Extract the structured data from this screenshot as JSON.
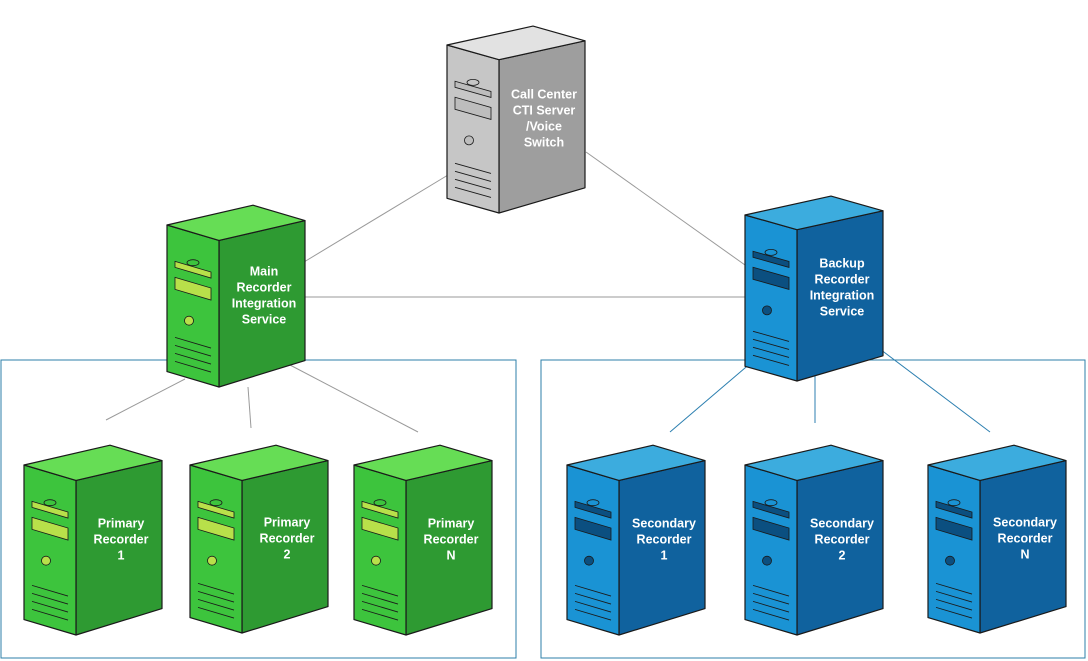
{
  "colors": {
    "gray": {
      "front": "#c6c6c6",
      "side": "#9e9e9e",
      "top": "#e2e2e2",
      "slot": "#bdbdbd",
      "stroke": "#1a1a1a"
    },
    "green": {
      "front": "#3dc43d",
      "side": "#2e9a32",
      "top": "#66dd55",
      "slot": "#b8e04a",
      "stroke": "#1a1a1a"
    },
    "blue": {
      "front": "#1a93d4",
      "side": "#10629e",
      "top": "#3cacde",
      "slot": "#0b4f80",
      "stroke": "#1a1a1a"
    },
    "edge_gray": "#9a9a9a",
    "edge_blue": "#2c7fb0",
    "group_border": "#2c7fa8"
  },
  "nodes": {
    "cti": {
      "label_lines": [
        "Call Center",
        "CTI Server",
        "/Voice",
        "Switch"
      ],
      "theme": "gray",
      "icon": "server-tower-icon"
    },
    "main": {
      "label_lines": [
        "Main",
        "Recorder",
        "Integration",
        "Service"
      ],
      "theme": "green",
      "icon": "server-tower-icon"
    },
    "backup": {
      "label_lines": [
        "Backup",
        "Recorder",
        "Integration",
        "Service"
      ],
      "theme": "blue",
      "icon": "server-tower-icon"
    },
    "p1": {
      "label_lines": [
        "Primary",
        "Recorder",
        "1"
      ],
      "theme": "green",
      "icon": "server-tower-icon"
    },
    "p2": {
      "label_lines": [
        "Primary",
        "Recorder",
        "2"
      ],
      "theme": "green",
      "icon": "server-tower-icon"
    },
    "pn": {
      "label_lines": [
        "Primary",
        "Recorder",
        "N"
      ],
      "theme": "green",
      "icon": "server-tower-icon"
    },
    "s1": {
      "label_lines": [
        "Secondary",
        "Recorder",
        "1"
      ],
      "theme": "blue",
      "icon": "server-tower-icon"
    },
    "s2": {
      "label_lines": [
        "Secondary",
        "Recorder",
        "2"
      ],
      "theme": "blue",
      "icon": "server-tower-icon"
    },
    "sn": {
      "label_lines": [
        "Secondary",
        "Recorder",
        "N"
      ],
      "theme": "blue",
      "icon": "server-tower-icon"
    }
  },
  "edges": [
    {
      "from": "cti",
      "to": "main"
    },
    {
      "from": "cti",
      "to": "backup"
    },
    {
      "from": "main",
      "to": "backup"
    },
    {
      "from": "main",
      "to": "p1"
    },
    {
      "from": "main",
      "to": "p2"
    },
    {
      "from": "main",
      "to": "pn"
    },
    {
      "from": "backup",
      "to": "s1"
    },
    {
      "from": "backup",
      "to": "s2"
    },
    {
      "from": "backup",
      "to": "sn"
    }
  ],
  "groups": [
    {
      "id": "primary-group",
      "members": [
        "p1",
        "p2",
        "pn"
      ]
    },
    {
      "id": "secondary-group",
      "members": [
        "s1",
        "s2",
        "sn"
      ]
    }
  ]
}
